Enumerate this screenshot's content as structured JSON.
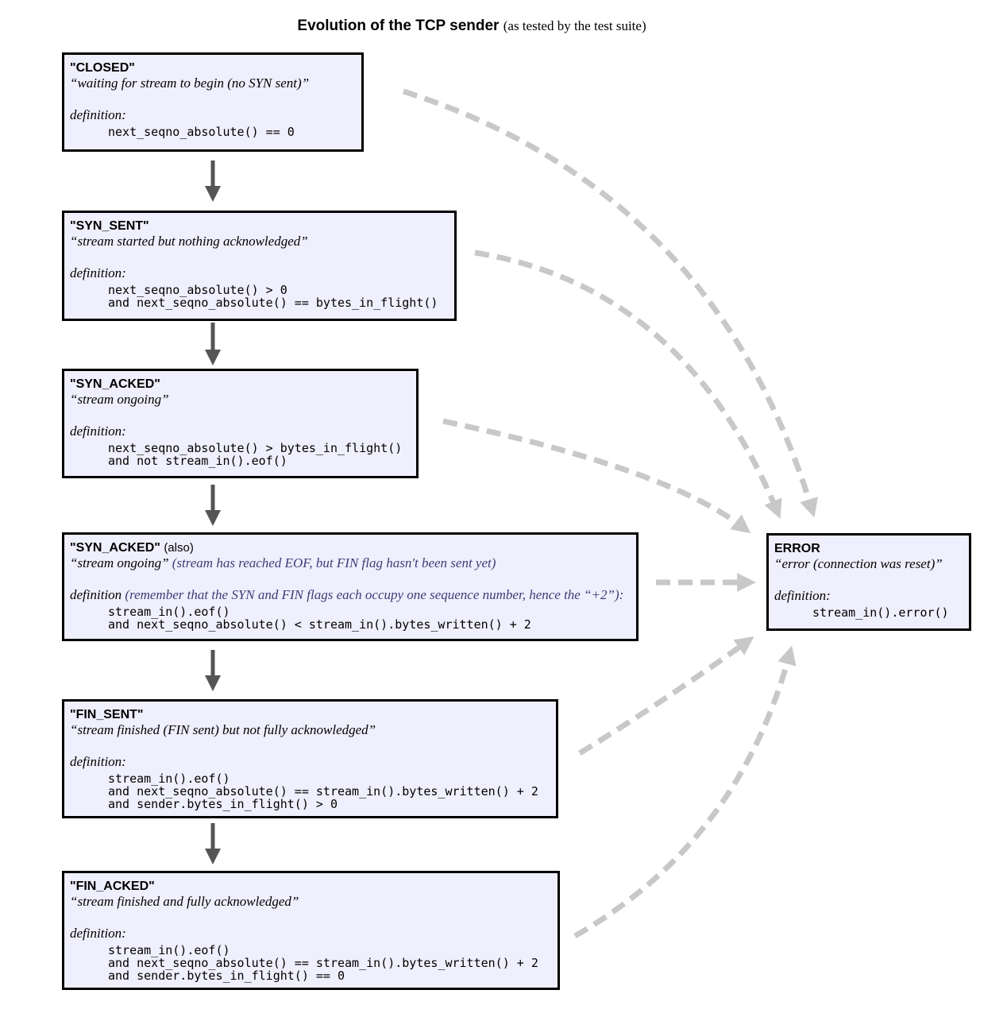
{
  "title": {
    "main": "Evolution of the TCP sender",
    "sub": "(as tested by the test suite)"
  },
  "states": {
    "closed": {
      "name": "\"CLOSED\"",
      "desc": "“waiting for stream to begin (no SYN sent)”",
      "def_label": "definition:",
      "code": "next_seqno_absolute() == 0"
    },
    "syn_sent": {
      "name": "\"SYN_SENT\"",
      "desc": "“stream started but nothing acknowledged”",
      "def_label": "definition:",
      "code": "next_seqno_absolute() > 0\nand next_seqno_absolute() == bytes_in_flight()"
    },
    "syn_acked": {
      "name": "\"SYN_ACKED\"",
      "desc": "“stream ongoing”",
      "def_label": "definition:",
      "code": "next_seqno_absolute() > bytes_in_flight()\nand not stream_in().eof()"
    },
    "syn_acked_also": {
      "name": "\"SYN_ACKED\"",
      "name_extra": "(also)",
      "desc": "“stream ongoing”",
      "desc_note": "(stream has reached EOF, but FIN flag hasn't been sent yet)",
      "def_label": "definition",
      "def_note": "(remember that the SYN and FIN flags each occupy one sequence number, hence the “+2”):",
      "code": "stream_in().eof()\nand next_seqno_absolute() < stream_in().bytes_written() + 2"
    },
    "fin_sent": {
      "name": "\"FIN_SENT\"",
      "desc": "“stream finished (FIN sent) but not fully acknowledged”",
      "def_label": "definition:",
      "code": "stream_in().eof()\nand next_seqno_absolute() == stream_in().bytes_written() + 2\nand sender.bytes_in_flight() > 0"
    },
    "fin_acked": {
      "name": "\"FIN_ACKED\"",
      "desc": "“stream finished and fully acknowledged”",
      "def_label": "definition:",
      "code": "stream_in().eof()\nand next_seqno_absolute() == stream_in().bytes_written() + 2\nand sender.bytes_in_flight() == 0"
    },
    "error": {
      "name": "ERROR",
      "desc": "“error (connection was reset)”",
      "def_label": "definition:",
      "code": "stream_in().error()"
    }
  },
  "colors": {
    "box_fill": "#efeffd",
    "box_border": "#000000",
    "solid_arrow": "#555555",
    "dashed_arrow": "#c8c8c8",
    "note_text": "#3c3c78"
  }
}
